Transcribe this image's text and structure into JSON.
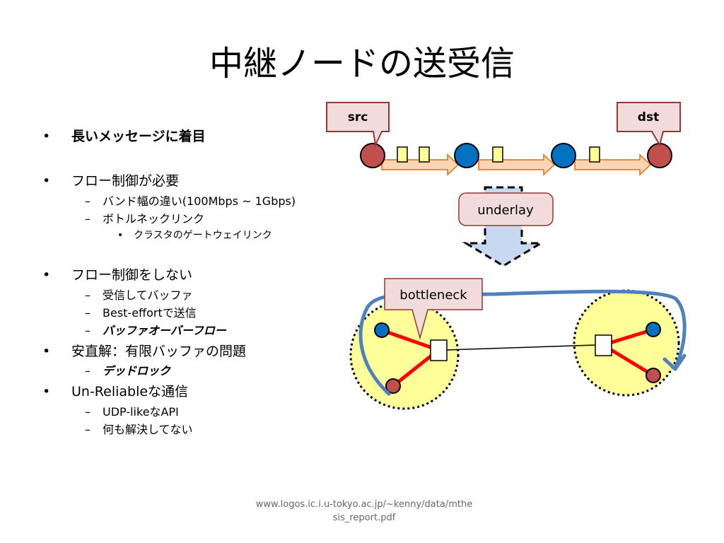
{
  "slide": {
    "title": "中継ノードの送受信",
    "bullets": [
      {
        "text": "長いメッセージに着目"
      },
      {
        "text": "フロー制御が必要",
        "sub": [
          {
            "text": "バンド幅の違い(100Mbps ~ 1Gbps)"
          },
          {
            "text": "ボトルネックリンク",
            "sub": [
              {
                "text": "クラスタのゲートウェイリンク"
              }
            ]
          }
        ]
      },
      {
        "text": "フロー制御をしない",
        "sub": [
          {
            "text": "受信してバッファ"
          },
          {
            "text": "Best-effortで送信"
          },
          {
            "text": "バッファオーバーフロー"
          }
        ]
      },
      {
        "text": "安直解：有限バッファの問題",
        "sub": [
          {
            "text": "デッドロック"
          }
        ]
      },
      {
        "text": "Un-Reliableな通信",
        "sub": [
          {
            "text": "UDP-likeなAPI"
          },
          {
            "text": "何も解決してない"
          }
        ]
      }
    ],
    "markers": {
      "level1": "•",
      "level2": "–",
      "level3": "•"
    },
    "source": "www.logos.ic.i.u-tokyo.ac.jp/~kenny/data/mthesis_report.pdf"
  },
  "diagram": {
    "labels": {
      "src": "src",
      "dst": "dst",
      "underlay": "underlay",
      "bottleneck": "bottleneck"
    },
    "colors": {
      "red_node": "#c0504d",
      "blue_node": "#0070c0",
      "packet": "#ffff99",
      "arrow_fill": "#fcd5b4",
      "callout_fill": "#f2dcdb",
      "callout_stroke": "#943634",
      "cluster_fill": "#ffff99",
      "link_red": "#ff0000",
      "curve_blue": "#4f81bd",
      "down_arrow_fill": "#c6d9f1"
    }
  }
}
